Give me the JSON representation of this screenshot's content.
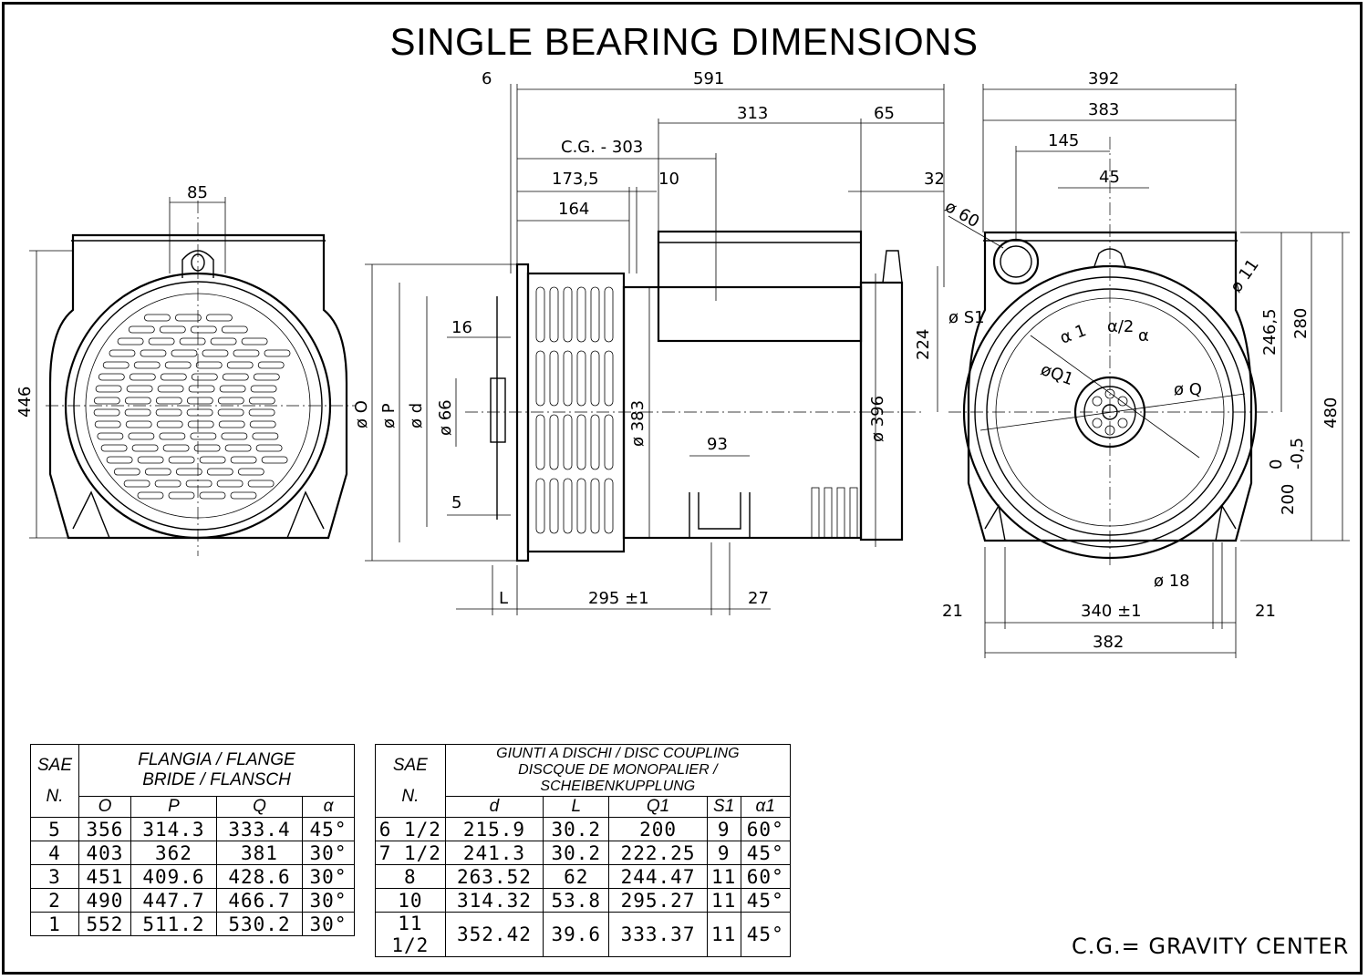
{
  "title": "SINGLE BEARING DIMENSIONS",
  "note": "C.G.= GRAVITY CENTER",
  "dimensions": {
    "front": {
      "top_width": "85",
      "height": "446"
    },
    "side": {
      "d6": "6",
      "d591": "591",
      "d313": "313",
      "d65": "65",
      "cg": "C.G. -  303",
      "d173": "173,5",
      "d10": "10",
      "d32": "32",
      "d164": "164",
      "d16": "16",
      "d5": "5",
      "phiO": "ø O",
      "phiP": "ø P",
      "phid": "ø d",
      "phi66": "ø 66",
      "phi383": "ø 383",
      "phi396": "ø 396",
      "d93": "93",
      "d224": "224",
      "L": "L",
      "d295": "295 ±1",
      "d27": "27"
    },
    "rear": {
      "d392": "392",
      "d383": "383",
      "d145": "145",
      "d45": "45",
      "phi60": "ø 60",
      "phi11": "ø 11",
      "phiS1": "ø S1",
      "a1": "α 1",
      "a2": "α/2",
      "a": "α",
      "phiQ1": "øQ1",
      "phiQ": "ø Q",
      "d246": "246,5",
      "d280": "280",
      "d480": "480",
      "d200": "200",
      "tol_up": "0",
      "tol_dn": "-0,5",
      "phi18": "ø 18",
      "d21a": "21",
      "d340": "340 ±1",
      "d21b": "21",
      "d382": "382"
    }
  },
  "flange_table": {
    "sae_label": "SAE",
    "n_label": "N.",
    "title1": "FLANGIA / FLANGE",
    "title2": "BRIDE / FLANSCH",
    "columns": [
      "O",
      "P",
      "Q",
      "α"
    ],
    "rows": [
      [
        "5",
        "356",
        "314.3",
        "333.4",
        "45°"
      ],
      [
        "4",
        "403",
        "362",
        "381",
        "30°"
      ],
      [
        "3",
        "451",
        "409.6",
        "428.6",
        "30°"
      ],
      [
        "2",
        "490",
        "447.7",
        "466.7",
        "30°"
      ],
      [
        "1",
        "552",
        "511.2",
        "530.2",
        "30°"
      ]
    ]
  },
  "coupling_table": {
    "sae_label": "SAE",
    "n_label": "N.",
    "title1": "GIUNTI A DISCHI / DISC COUPLING",
    "title2": "DISCQUE DE MONOPALIER / SCHEIBENKUPPLUNG",
    "columns": [
      "d",
      "L",
      "Q1",
      "S1",
      "α1"
    ],
    "rows": [
      [
        "6  1/2",
        "215.9",
        "30.2",
        "200",
        "9",
        "60°"
      ],
      [
        "7  1/2",
        "241.3",
        "30.2",
        "222.25",
        "9",
        "45°"
      ],
      [
        "8",
        "263.52",
        "62",
        "244.47",
        "11",
        "60°"
      ],
      [
        "10",
        "314.32",
        "53.8",
        "295.27",
        "11",
        "45°"
      ],
      [
        "11  1/2",
        "352.42",
        "39.6",
        "333.37",
        "11",
        "45°"
      ]
    ]
  }
}
